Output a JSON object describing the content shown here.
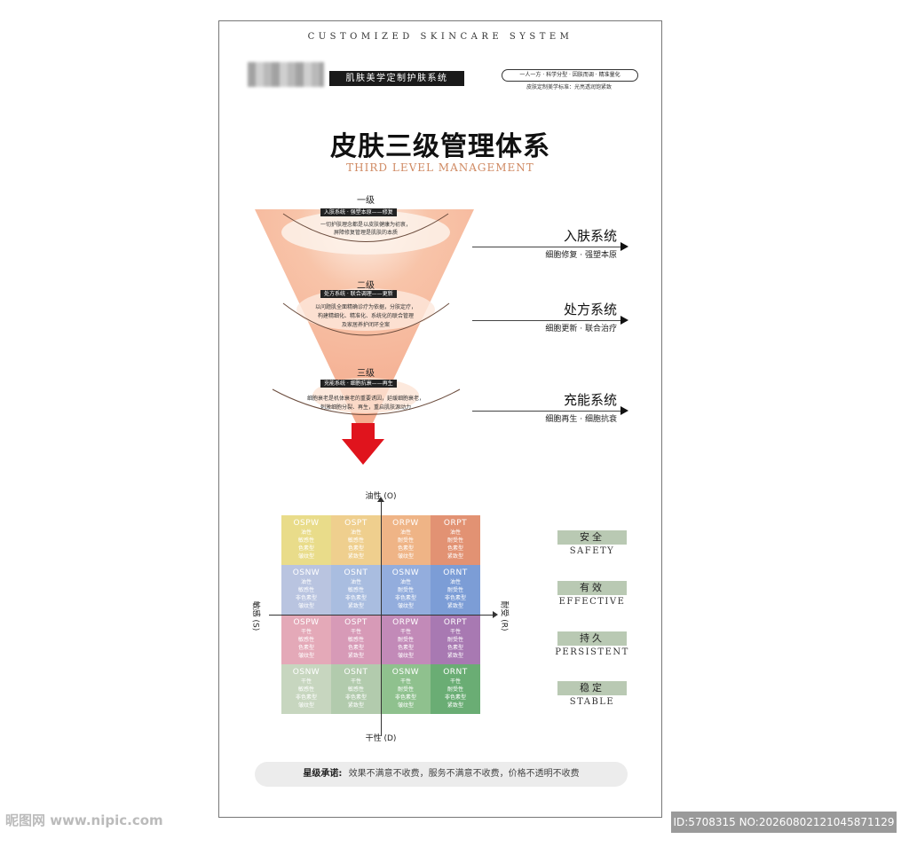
{
  "header": {
    "tagline": "CUSTOMIZED SKINCARE SYSTEM",
    "brand_tag": "肌肤美学定制护肤系统",
    "badge_line1": "一人一方 · 科学分型 · 因肤而调 · 精准量化",
    "badge_line2": "皮肤定制美学标准：光亮透润饱紧致"
  },
  "title": {
    "main": "皮肤三级管理体系",
    "sub": "THIRD LEVEL MANAGEMENT"
  },
  "levels": [
    {
      "label": "一级",
      "tag": "入肤系统 · 强塑本原——修复",
      "desc_line1": "一切护肤理念都是以皮肤健康为初衷，",
      "desc_line2": "屏障修复管理是肌肤的本质",
      "desc_line3": ""
    },
    {
      "label": "二级",
      "tag": "处方系统 · 联合调理——更新",
      "desc_line1": "以问题肌全面精确诊疗为依据，分肤定疗，",
      "desc_line2": "构建精细化、精准化、系统化的联合管理",
      "desc_line3": "及家居养护闭环全案"
    },
    {
      "label": "三级",
      "tag": "充能系统 · 细胞抗衰——再生",
      "desc_line1": "细胞衰老是机体衰老的重要诱因，延缓细胞衰老，",
      "desc_line2": "刺激细胞分裂、再生，重启肌肤源动力",
      "desc_line3": ""
    }
  ],
  "systems": [
    {
      "title": "入肤系统",
      "sub": "细胞修复 · 强塑本原"
    },
    {
      "title": "处方系统",
      "sub": "细胞更新 · 联合治疗"
    },
    {
      "title": "充能系统",
      "sub": "细胞再生 · 细胞抗衰"
    }
  ],
  "axes": {
    "top": "油性 (O)",
    "bottom": "干性 (D)",
    "left": "敏感 (S)",
    "right": "耐受 (R)"
  },
  "grid": {
    "rows": [
      [
        {
          "code": "OSPW",
          "l1": "油性",
          "l2": "敏感性",
          "l3": "色素型",
          "l4": "皱纹型",
          "color": "#e9dc8a"
        },
        {
          "code": "OSPT",
          "l1": "油性",
          "l2": "敏感性",
          "l3": "色素型",
          "l4": "紧致型",
          "color": "#efcf8e"
        },
        {
          "code": "ORPW",
          "l1": "油性",
          "l2": "耐受性",
          "l3": "色素型",
          "l4": "皱纹型",
          "color": "#efb486"
        },
        {
          "code": "ORPT",
          "l1": "油性",
          "l2": "耐受性",
          "l3": "色素型",
          "l4": "紧致型",
          "color": "#e29273"
        }
      ],
      [
        {
          "code": "OSNW",
          "l1": "油性",
          "l2": "敏感性",
          "l3": "非色素型",
          "l4": "皱纹型",
          "color": "#b9c4e0"
        },
        {
          "code": "OSNT",
          "l1": "油性",
          "l2": "敏感性",
          "l3": "非色素型",
          "l4": "紧致型",
          "color": "#a9bde0"
        },
        {
          "code": "OSNW",
          "l1": "油性",
          "l2": "耐受性",
          "l3": "非色素型",
          "l4": "皱纹型",
          "color": "#93addd"
        },
        {
          "code": "ORNT",
          "l1": "油性",
          "l2": "耐受性",
          "l3": "非色素型",
          "l4": "紧致型",
          "color": "#7c9dd6"
        }
      ],
      [
        {
          "code": "OSPW",
          "l1": "干性",
          "l2": "敏感性",
          "l3": "色素型",
          "l4": "皱纹型",
          "color": "#e4a9b8"
        },
        {
          "code": "OSPT",
          "l1": "干性",
          "l2": "敏感性",
          "l3": "色素型",
          "l4": "紧致型",
          "color": "#d79ab7"
        },
        {
          "code": "ORPW",
          "l1": "干性",
          "l2": "耐受性",
          "l3": "色素型",
          "l4": "皱纹型",
          "color": "#c28ab8"
        },
        {
          "code": "ORPT",
          "l1": "干性",
          "l2": "耐受性",
          "l3": "色素型",
          "l4": "紧致型",
          "color": "#a879b2"
        }
      ],
      [
        {
          "code": "OSNW",
          "l1": "干性",
          "l2": "敏感性",
          "l3": "非色素型",
          "l4": "皱纹型",
          "color": "#c7d6bf"
        },
        {
          "code": "OSNT",
          "l1": "干性",
          "l2": "敏感性",
          "l3": "非色素型",
          "l4": "紧致型",
          "color": "#b2cbad"
        },
        {
          "code": "OSNW",
          "l1": "干性",
          "l2": "耐受性",
          "l3": "非色素型",
          "l4": "皱纹型",
          "color": "#8fc18e"
        },
        {
          "code": "ORNT",
          "l1": "干性",
          "l2": "耐受性",
          "l3": "非色素型",
          "l4": "紧致型",
          "color": "#6aad74"
        }
      ]
    ]
  },
  "values": [
    {
      "cn": "安全",
      "en": "SAFETY"
    },
    {
      "cn": "有效",
      "en": "EFFECTIVE"
    },
    {
      "cn": "持久",
      "en": "PERSISTENT"
    },
    {
      "cn": "稳定",
      "en": "STABLE"
    }
  ],
  "promise": {
    "label": "星级承诺:",
    "text": "效果不满意不收费，服务不满意不收费，价格不透明不收费"
  },
  "watermark": {
    "left": "昵图网 www.nipic.com",
    "right": "ID:5708315 NO:20260802121045871129"
  },
  "colors": {
    "funnel_light": "#fbe3d3",
    "funnel_dark": "#f2a48a",
    "arrow_red": "#e0141d",
    "value_box": "#b9c9b3"
  }
}
